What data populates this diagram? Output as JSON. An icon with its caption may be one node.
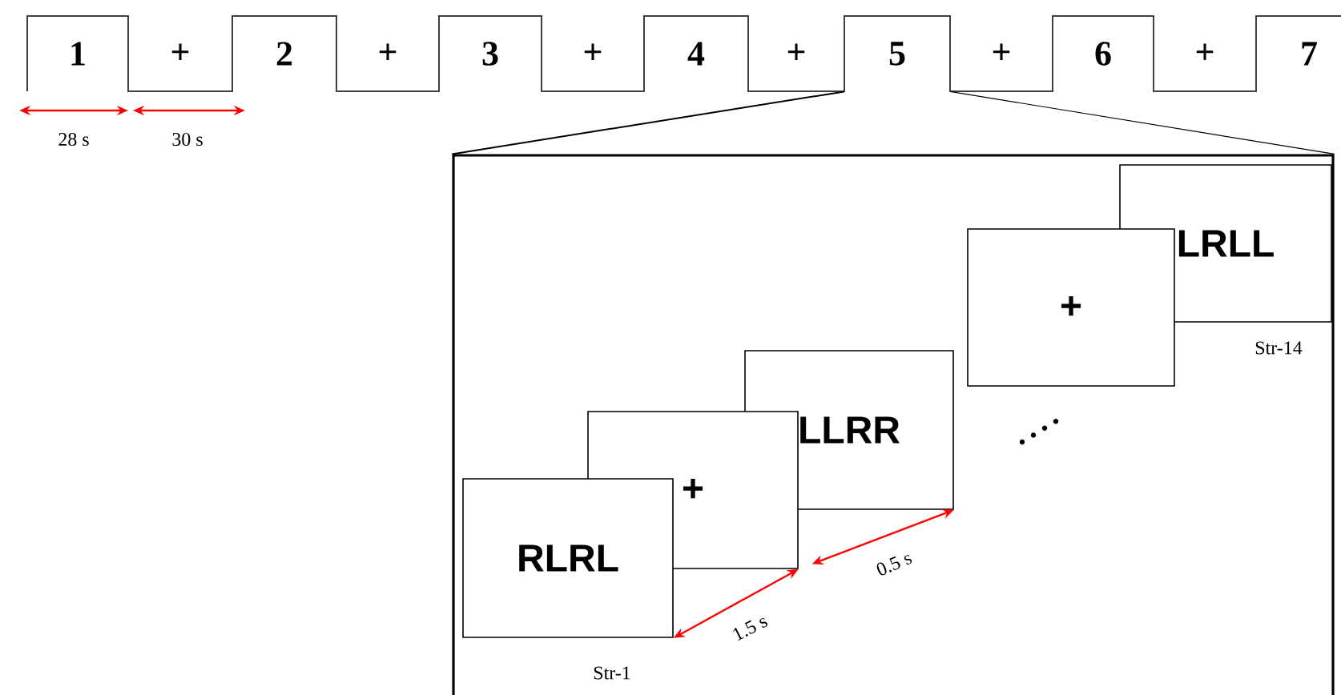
{
  "diagram": {
    "nodes": [
      {
        "text": [
          "1"
        ]
      },
      {
        "text": [
          "+"
        ]
      },
      {
        "text": [
          "2"
        ]
      },
      {
        "text": [
          "+"
        ]
      },
      {
        "text": [
          "3"
        ]
      },
      {
        "text": [
          "+"
        ]
      },
      {
        "text": [
          "4"
        ]
      },
      {
        "text": [
          "+"
        ]
      },
      {
        "text": [
          "5"
        ]
      },
      {
        "text": [
          "+"
        ]
      },
      {
        "text": [
          "6"
        ]
      },
      {
        "text": [
          "+"
        ]
      },
      {
        "text": [
          "7"
        ]
      },
      {
        "text": [],
        "shape": "box"
      },
      {
        "text": [
          "RLRL"
        ],
        "in": 13,
        "beside": [
          "Str-1"
        ]
      },
      {
        "text": [
          "+"
        ],
        "in": 13
      },
      {
        "text": [
          "LLRR"
        ],
        "in": 13
      },
      {
        "text": [
          "+"
        ],
        "in": 13
      },
      {
        "text": [
          "LRLL"
        ],
        "in": 13,
        "beside": [
          "Str-14"
        ]
      }
    ],
    "edges": [
      {
        "from": 8,
        "to": 13,
        "arrow": "none"
      },
      {
        "from": 8,
        "to": 13,
        "arrow": "none"
      },
      {
        "from": 14,
        "to": 15,
        "arrow": "both",
        "label": "1.5 s",
        "color": "#ff0000"
      },
      {
        "from": 15,
        "to": 16,
        "arrow": "both",
        "label": "0.5 s",
        "color": "#ff0000"
      }
    ],
    "labels": [
      "28 s",
      "30 s"
    ]
  }
}
